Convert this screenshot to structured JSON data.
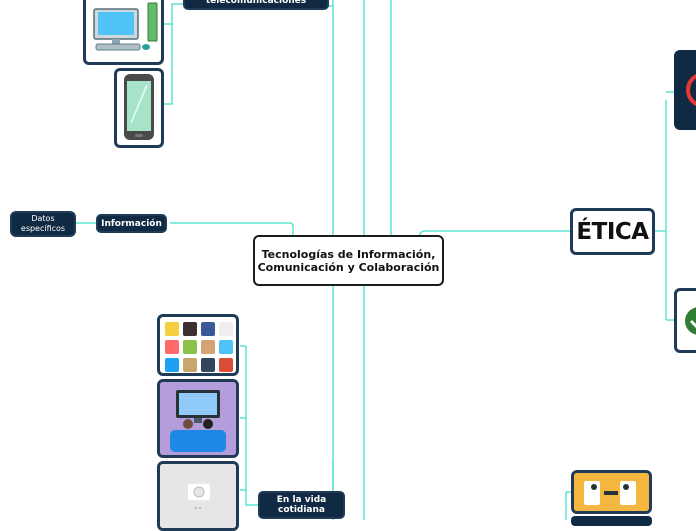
{
  "central": {
    "title": "Tecnologías de Información, Comunicación y Colaboración"
  },
  "nodes": {
    "telecom": "telecomunicaciones",
    "informacion": "Información",
    "datos": "Datos específicos",
    "vida": "En la vida cotidiana",
    "etica": "ÉTICA"
  },
  "colors": {
    "connector": "#5fe3d4",
    "node_bg": "#102a43",
    "node_border": "#1f3b57"
  }
}
